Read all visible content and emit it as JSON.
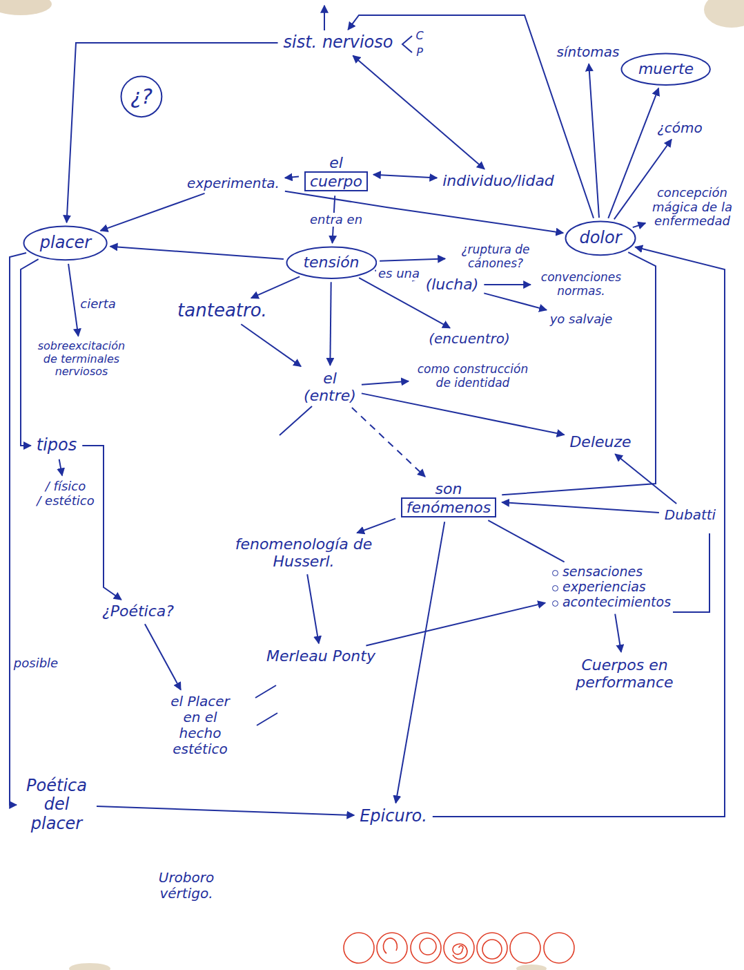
{
  "diagram": {
    "nodes": [
      {
        "text": [
          "sist. nervioso"
        ]
      },
      {
        "text": [
          "síntomas"
        ]
      },
      {
        "text": [
          "muerte"
        ]
      },
      {
        "text": [
          "¿?"
        ]
      },
      {
        "text": [
          "¿cómo"
        ]
      },
      {
        "text": [
          "concepción mágica de la enfermedad"
        ]
      },
      {
        "text": [
          "el",
          "cuerpo"
        ]
      },
      {
        "text": [
          "individuo/lidad"
        ]
      },
      {
        "text": [
          "experimenta."
        ]
      },
      {
        "text": [
          "placer"
        ]
      },
      {
        "text": [
          "tensión"
        ]
      },
      {
        "text": [
          "¿ruptura de cánones?"
        ]
      },
      {
        "text": [
          "dolor"
        ]
      },
      {
        "text": [
          "(lucha)"
        ]
      },
      {
        "text": [
          "convenciones normas."
        ]
      },
      {
        "text": [
          "yo salvaje"
        ]
      },
      {
        "text": [
          "tanteatro."
        ]
      },
      {
        "text": [
          "(encuentro)"
        ]
      },
      {
        "text": [
          "el",
          "(entre)"
        ]
      },
      {
        "text": [
          "como construcción de identidad"
        ]
      },
      {
        "text": [
          "Deleuze"
        ]
      },
      {
        "text": [
          "son",
          "fenómenos"
        ]
      },
      {
        "text": [
          "Dubatti"
        ]
      },
      {
        "text": [
          "fenomenología de Husserl."
        ]
      },
      {
        "text": [
          "sensaciones",
          "experiencias",
          "acontecimientos"
        ]
      },
      {
        "text": [
          "Cuerpos en performance"
        ]
      },
      {
        "text": [
          "Merleau Ponty"
        ]
      },
      {
        "text": [
          "sobreexcitación de terminales nerviosos"
        ]
      },
      {
        "text": [
          "tipos"
        ]
      },
      {
        "text": [
          "/ físico",
          "/ estético"
        ]
      },
      {
        "text": [
          "¿Poética?"
        ]
      },
      {
        "text": [
          "el Placer en el hecho estético"
        ]
      },
      {
        "text": [
          "Poética del placer"
        ]
      },
      {
        "text": [
          "Epicuro."
        ]
      }
    ],
    "edges": [
      {
        "from": 0,
        "to": 7,
        "arrow": "both"
      },
      {
        "from": 0,
        "to": 9,
        "arrow": "to"
      },
      {
        "from": 12,
        "to": 0,
        "arrow": "to"
      },
      {
        "from": 12,
        "to": 1,
        "arrow": "to"
      },
      {
        "from": 12,
        "to": 2,
        "arrow": "to"
      },
      {
        "from": 12,
        "to": 4,
        "arrow": "to"
      },
      {
        "from": 12,
        "to": 5,
        "arrow": "to"
      },
      {
        "from": 6,
        "to": 7,
        "arrow": "both"
      },
      {
        "from": 6,
        "to": 8,
        "arrow": "to"
      },
      {
        "from": 8,
        "to": 9,
        "arrow": "to"
      },
      {
        "from": 8,
        "to": 12,
        "arrow": "to"
      },
      {
        "from": 6,
        "to": 10,
        "label": "entra en",
        "arrow": "to"
      },
      {
        "from": 10,
        "to": 9,
        "arrow": "to"
      },
      {
        "from": 10,
        "to": 11,
        "arrow": "to"
      },
      {
        "from": 10,
        "to": 13,
        "label": "es una",
        "arrow": "to"
      },
      {
        "from": 13,
        "to": 14,
        "arrow": "to"
      },
      {
        "from": 13,
        "to": 15,
        "arrow": "to"
      },
      {
        "from": 10,
        "to": 17,
        "arrow": "to"
      },
      {
        "from": 10,
        "to": 16,
        "arrow": "to"
      },
      {
        "from": 10,
        "to": 18,
        "arrow": "to"
      },
      {
        "from": 16,
        "to": 18,
        "arrow": "to"
      },
      {
        "from": 18,
        "to": 19,
        "arrow": "to"
      },
      {
        "from": 18,
        "to": 20,
        "arrow": "to"
      },
      {
        "from": 18,
        "to": 21,
        "arrow": "to"
      },
      {
        "from": 21,
        "to": 23,
        "arrow": "to"
      },
      {
        "from": 23,
        "to": 26,
        "arrow": "to"
      },
      {
        "from": 26,
        "to": 24,
        "arrow": "to"
      },
      {
        "from": 21,
        "to": 24,
        "arrow": "none"
      },
      {
        "from": 24,
        "to": 25,
        "arrow": "to"
      },
      {
        "from": 22,
        "to": 20,
        "arrow": "to"
      },
      {
        "from": 22,
        "to": 21,
        "arrow": "to"
      },
      {
        "from": 12,
        "to": 21,
        "arrow": "none"
      },
      {
        "from": 33,
        "to": 12,
        "arrow": "to"
      },
      {
        "from": 21,
        "to": 33,
        "arrow": "to"
      },
      {
        "from": 32,
        "to": 33,
        "arrow": "to"
      },
      {
        "from": 9,
        "to": 27,
        "label": "cierta",
        "arrow": "to"
      },
      {
        "from": 9,
        "to": 28,
        "arrow": "to"
      },
      {
        "from": 9,
        "to": 32,
        "label": "posible",
        "arrow": "to"
      },
      {
        "from": 28,
        "to": 30,
        "arrow": "to"
      },
      {
        "from": 28,
        "to": 29,
        "arrow": "to"
      },
      {
        "from": 30,
        "to": 31,
        "arrow": "to"
      }
    ],
    "labels": [
      "C",
      "P",
      "Uroboro vértigo."
    ]
  }
}
